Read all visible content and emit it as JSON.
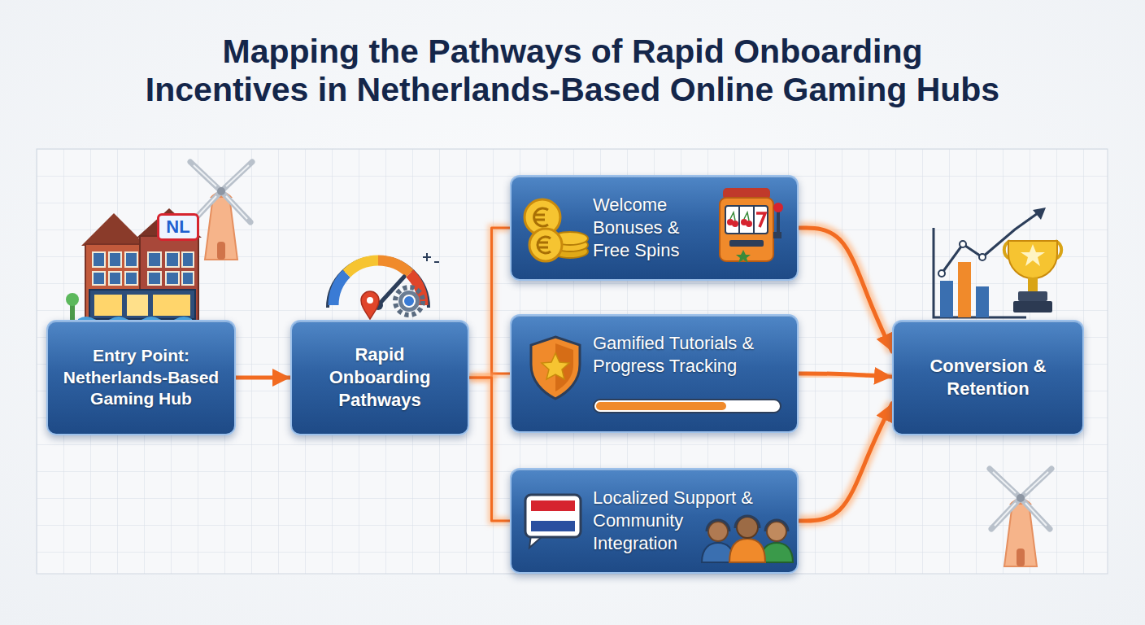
{
  "diagram": {
    "title": "Mapping the Pathways of Rapid Onboarding Incentives in Netherlands-Based Online Gaming Hubs",
    "nodes": [
      {
        "text": [
          "Entry Point: Netherlands-Based Gaming Hub"
        ]
      },
      {
        "text": [
          "Rapid Onboarding Pathways"
        ]
      },
      {
        "text": [
          "Welcome Bonuses & Free Spins"
        ]
      },
      {
        "text": [
          "Gamified Tutorials & Progress Tracking"
        ]
      },
      {
        "text": [
          "Localized Support & Community Integration"
        ]
      },
      {
        "text": [
          "Conversion & Retention"
        ]
      }
    ],
    "edges": [
      {
        "from": 0,
        "to": 1,
        "arrow": "to"
      },
      {
        "from": 1,
        "to": 2,
        "arrow": "none"
      },
      {
        "from": 1,
        "to": 3,
        "arrow": "none"
      },
      {
        "from": 1,
        "to": 4,
        "arrow": "none"
      },
      {
        "from": 2,
        "to": 5,
        "arrow": "to"
      },
      {
        "from": 3,
        "to": 5,
        "arrow": "to"
      },
      {
        "from": 4,
        "to": 5,
        "arrow": "to"
      }
    ],
    "labels": [
      "NL"
    ]
  }
}
